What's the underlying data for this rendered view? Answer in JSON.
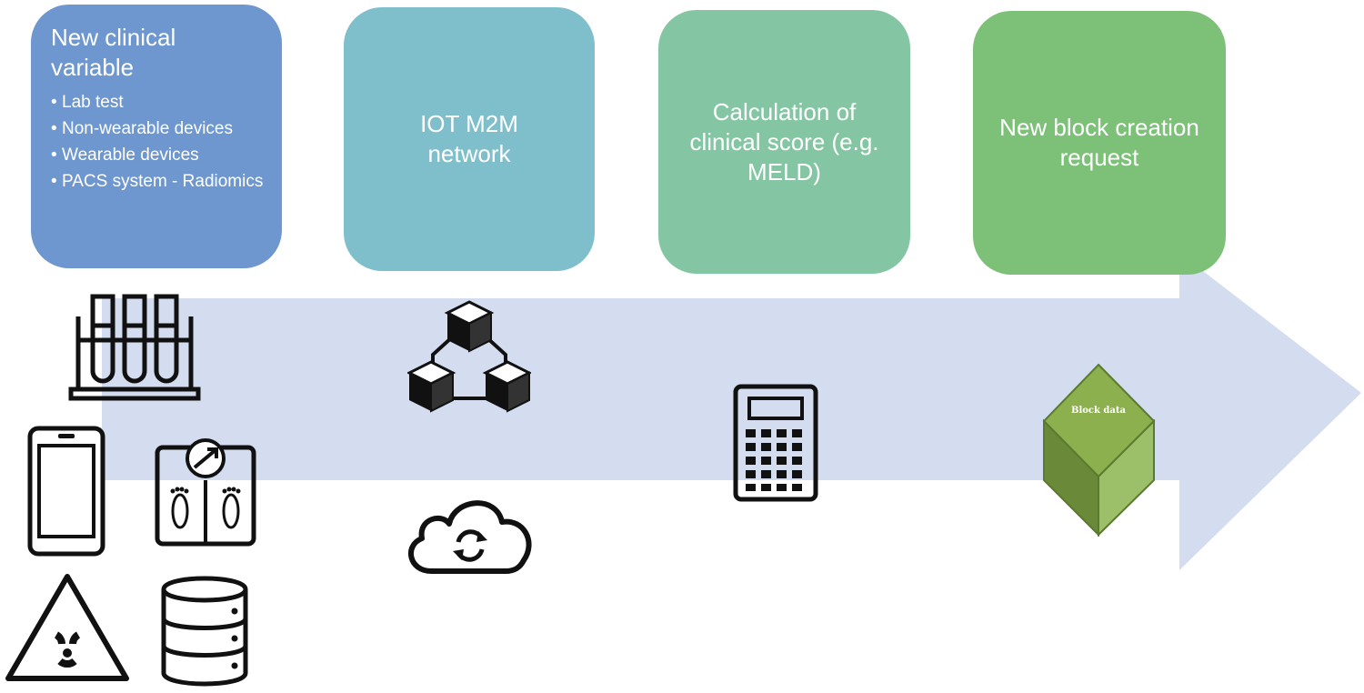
{
  "steps": [
    {
      "title": "New clinical variable",
      "bullets": [
        "Lab test",
        "Non-wearable devices",
        "Wearable devices",
        "PACS system - Radiomics"
      ]
    },
    {
      "title": "IOT M2M network"
    },
    {
      "title": "Calculation of clinical score (e.g. MELD)"
    },
    {
      "title": "New block creation request"
    }
  ],
  "block_label": "Block data",
  "icons": {
    "test_tubes": "test-tubes-icon",
    "smartphone": "smartphone-icon",
    "scale": "body-scale-icon",
    "radiation": "radiation-warning-icon",
    "database": "database-server-icon",
    "network": "blockchain-network-icon",
    "cloud": "cloud-sync-icon",
    "calculator": "calculator-icon",
    "block": "data-block-cube-icon"
  },
  "colors": {
    "arrow": "#d4ddef",
    "step1": "#6e97cf",
    "step2": "#7fbfcb",
    "step3": "#84c6a3",
    "step4": "#7dc078",
    "cube_top": "#8db04f",
    "cube_left": "#6a8a3a",
    "cube_right": "#9cc06a"
  }
}
